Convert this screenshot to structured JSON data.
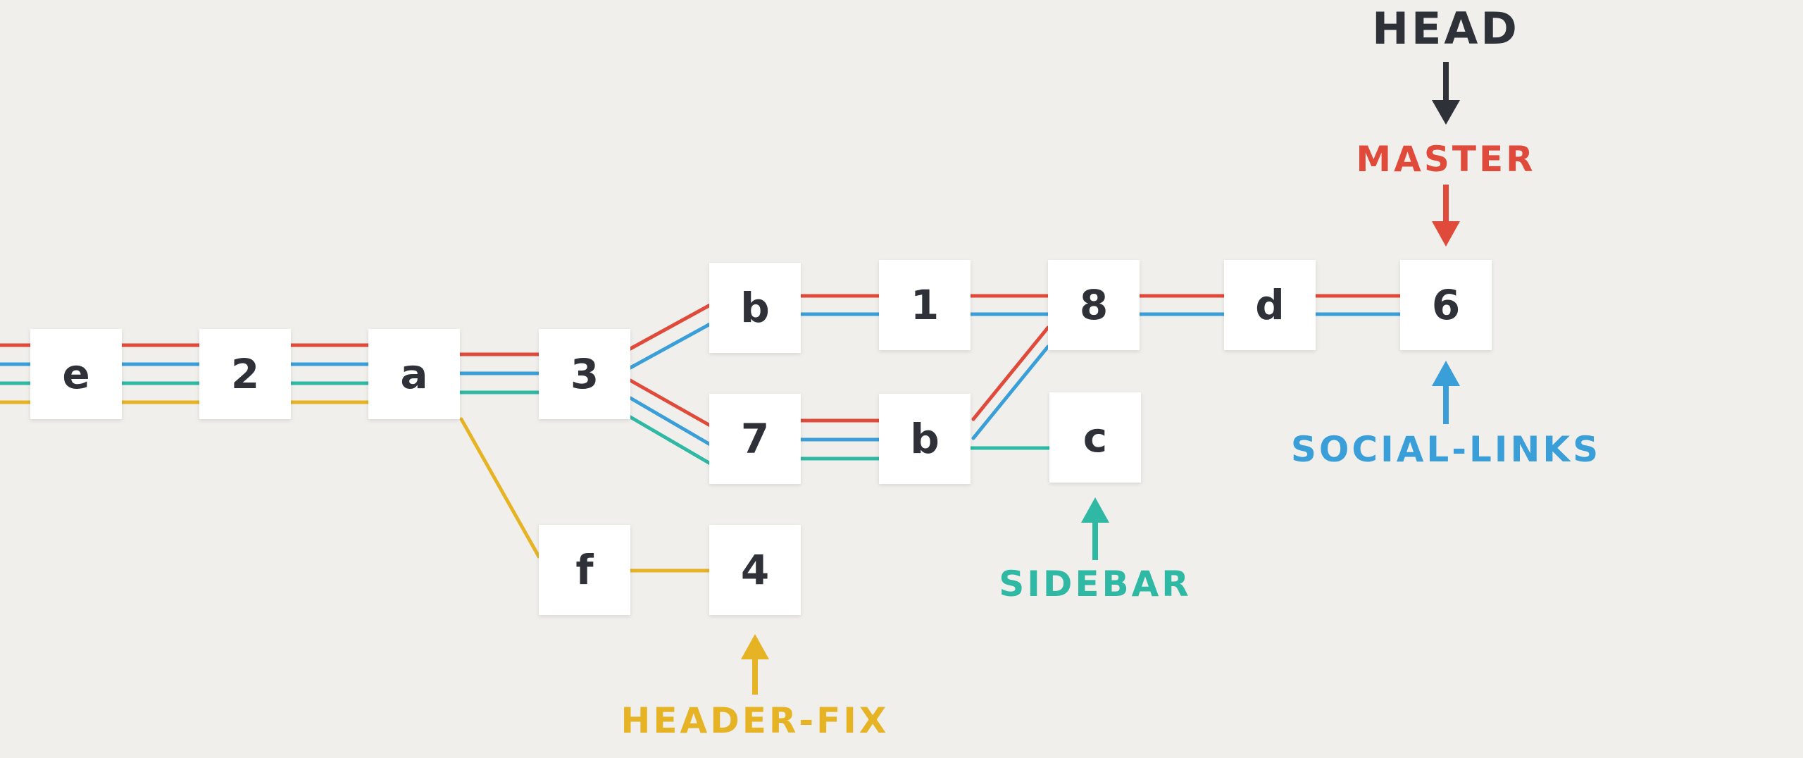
{
  "colors": {
    "master": "#e04a3b",
    "social_links": "#3a9fd8",
    "sidebar": "#2fb8a4",
    "header_fix": "#e6b325",
    "head": "#2e3138"
  },
  "commits": [
    {
      "id": "e1",
      "label": "e"
    },
    {
      "id": "c2",
      "label": "2"
    },
    {
      "id": "a1",
      "label": "a"
    },
    {
      "id": "c3",
      "label": "3"
    },
    {
      "id": "b1",
      "label": "b"
    },
    {
      "id": "c1",
      "label": "1"
    },
    {
      "id": "c8",
      "label": "8"
    },
    {
      "id": "d1",
      "label": "d"
    },
    {
      "id": "c6",
      "label": "6"
    },
    {
      "id": "c7",
      "label": "7"
    },
    {
      "id": "b2",
      "label": "b"
    },
    {
      "id": "cc",
      "label": "c"
    },
    {
      "id": "f1",
      "label": "f"
    },
    {
      "id": "c4",
      "label": "4"
    }
  ],
  "labels": {
    "head": "HEAD",
    "master": "MASTER",
    "social_links": "SOCIAL-LINKS",
    "sidebar": "SIDEBAR",
    "header_fix": "HEADER-FIX"
  }
}
